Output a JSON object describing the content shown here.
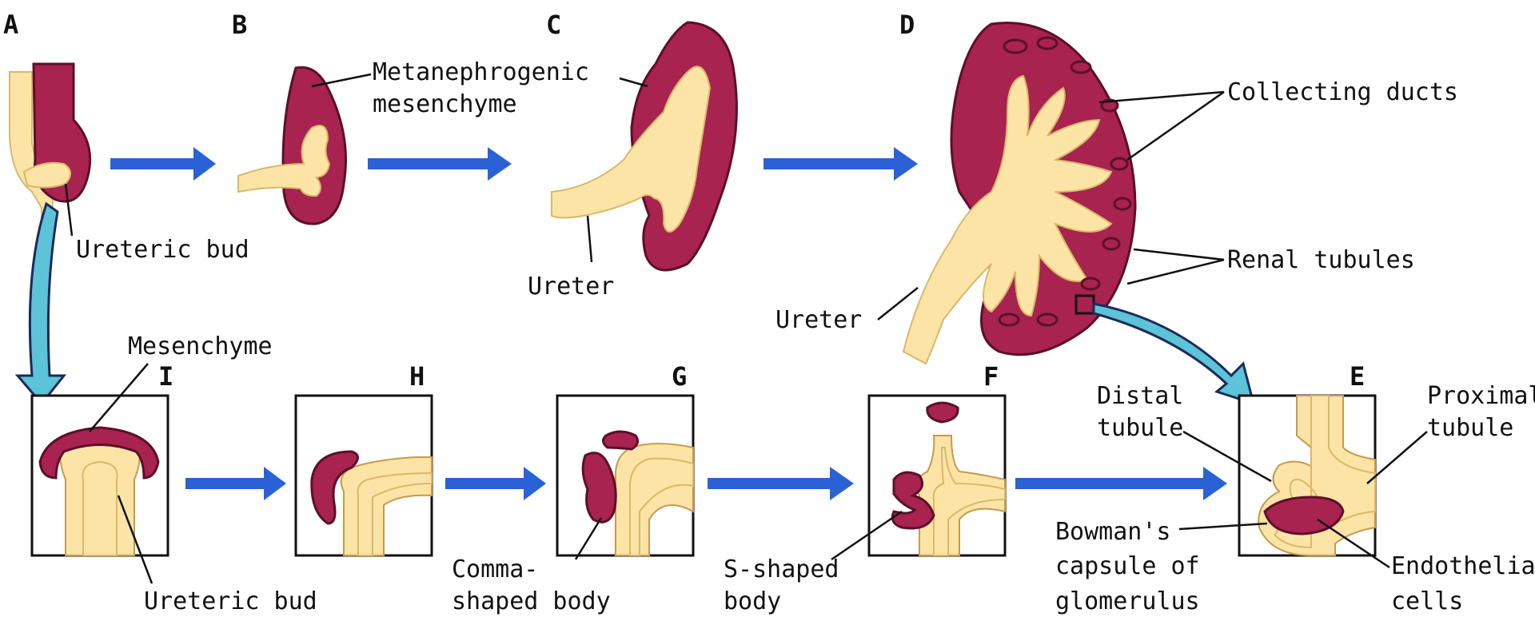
{
  "stages": {
    "A": "A",
    "B": "B",
    "C": "C",
    "D": "D",
    "E": "E",
    "F": "F",
    "G": "G",
    "H": "H",
    "I": "I"
  },
  "labels": {
    "metanephrogenic_1": "Metanephrogenic",
    "metanephrogenic_2": "mesenchyme",
    "ureteric_bud_top": "Ureteric bud",
    "ureter_c": "Ureter",
    "ureter_d": "Ureter",
    "collecting_ducts": "Collecting ducts",
    "renal_tubules": "Renal tubules",
    "mesenchyme": "Mesenchyme",
    "ureteric_bud_bottom": "Ureteric bud",
    "comma_1": "Comma-",
    "comma_2": "shaped body",
    "s_shaped_1": "S-shaped",
    "s_shaped_2": "body",
    "distal_1": "Distal",
    "distal_2": "tubule",
    "proximal_1": "Proximal",
    "proximal_2": "tubule",
    "bowman_1": "Bowman's",
    "bowman_2": "capsule of",
    "bowman_3": "glomerulus",
    "endothelial_1": "Endothelial",
    "endothelial_2": "cells"
  },
  "colors": {
    "tissue": "#a8234f",
    "duct": "#fbe4a6",
    "flow_arrow": "#2a62d6",
    "zoom_arrow": "#5cc3d8"
  }
}
